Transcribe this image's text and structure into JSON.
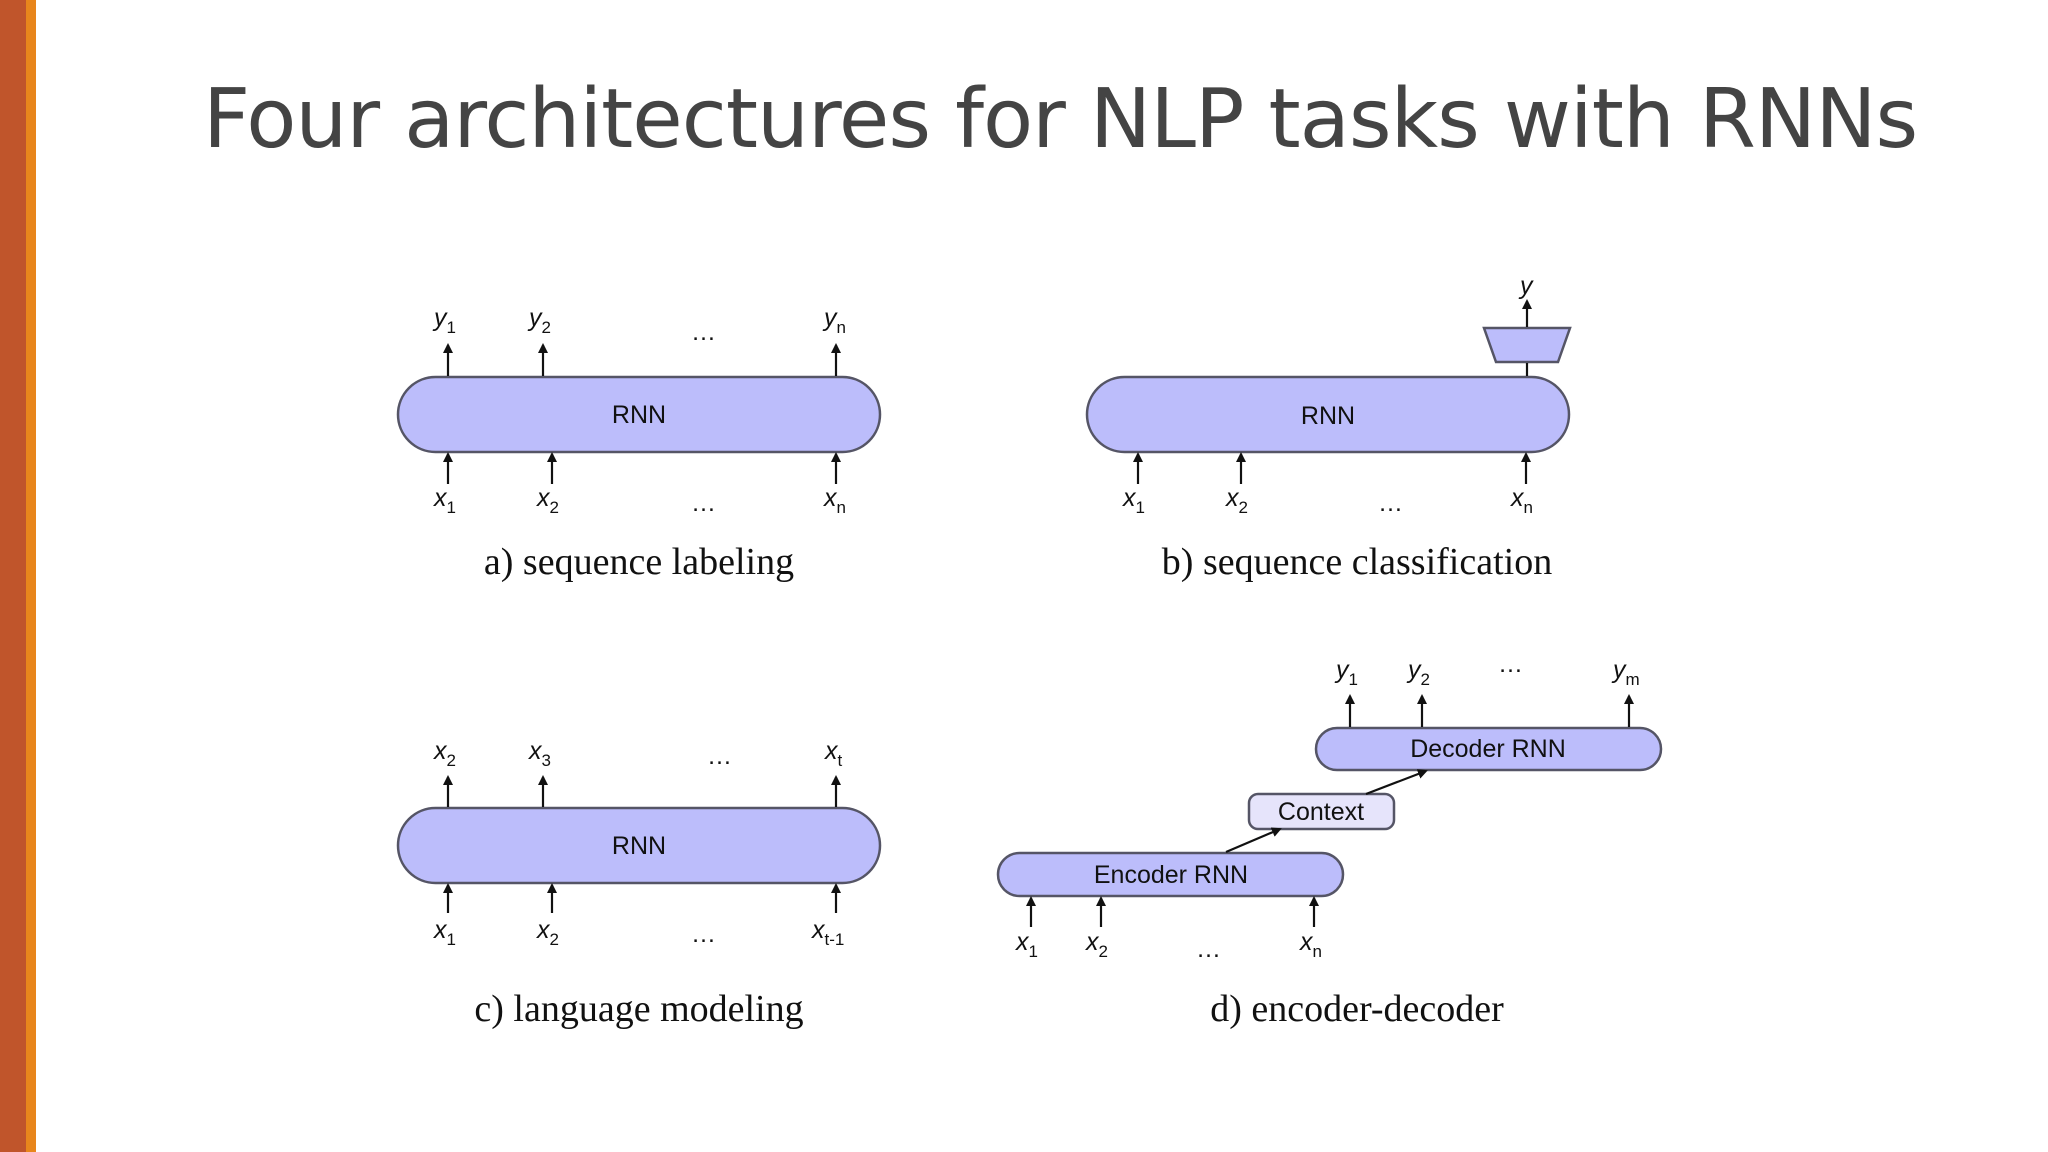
{
  "colors": {
    "accent_outer": "#c0552b",
    "accent_inner": "#e8861c",
    "box_fill": "#bcbdfb",
    "context_fill": "#e6e4fb"
  },
  "slide": {
    "title": "Four architectures for NLP tasks with RNNs"
  },
  "panel_a": {
    "box_label": "RNN",
    "outputs": [
      {
        "base": "y",
        "sub": "1"
      },
      {
        "base": "y",
        "sub": "2"
      },
      {
        "base": "…",
        "sub": ""
      },
      {
        "base": "y",
        "sub": "n"
      }
    ],
    "inputs": [
      {
        "base": "x",
        "sub": "1"
      },
      {
        "base": "x",
        "sub": "2"
      },
      {
        "base": "…",
        "sub": ""
      },
      {
        "base": "x",
        "sub": "n"
      }
    ],
    "caption": "a) sequence labeling"
  },
  "panel_b": {
    "box_label": "RNN",
    "output": {
      "base": "y",
      "sub": ""
    },
    "inputs": [
      {
        "base": "x",
        "sub": "1"
      },
      {
        "base": "x",
        "sub": "2"
      },
      {
        "base": "…",
        "sub": ""
      },
      {
        "base": "x",
        "sub": "n"
      }
    ],
    "caption": "b) sequence classification"
  },
  "panel_c": {
    "box_label": "RNN",
    "outputs": [
      {
        "base": "x",
        "sub": "2"
      },
      {
        "base": "x",
        "sub": "3"
      },
      {
        "base": "…",
        "sub": ""
      },
      {
        "base": "x",
        "sub": "t"
      }
    ],
    "inputs": [
      {
        "base": "x",
        "sub": "1"
      },
      {
        "base": "x",
        "sub": "2"
      },
      {
        "base": "…",
        "sub": ""
      },
      {
        "base": "x",
        "sub": "t-1"
      }
    ],
    "caption": "c) language modeling"
  },
  "panel_d": {
    "decoder_label": "Decoder RNN",
    "context_label": "Context",
    "encoder_label": "Encoder RNN",
    "outputs": [
      {
        "base": "y",
        "sub": "1"
      },
      {
        "base": "y",
        "sub": "2"
      },
      {
        "base": "…",
        "sub": ""
      },
      {
        "base": "y",
        "sub": "m"
      }
    ],
    "inputs": [
      {
        "base": "x",
        "sub": "1"
      },
      {
        "base": "x",
        "sub": "2"
      },
      {
        "base": "…",
        "sub": ""
      },
      {
        "base": "x",
        "sub": "n"
      }
    ],
    "caption": "d) encoder-decoder"
  }
}
